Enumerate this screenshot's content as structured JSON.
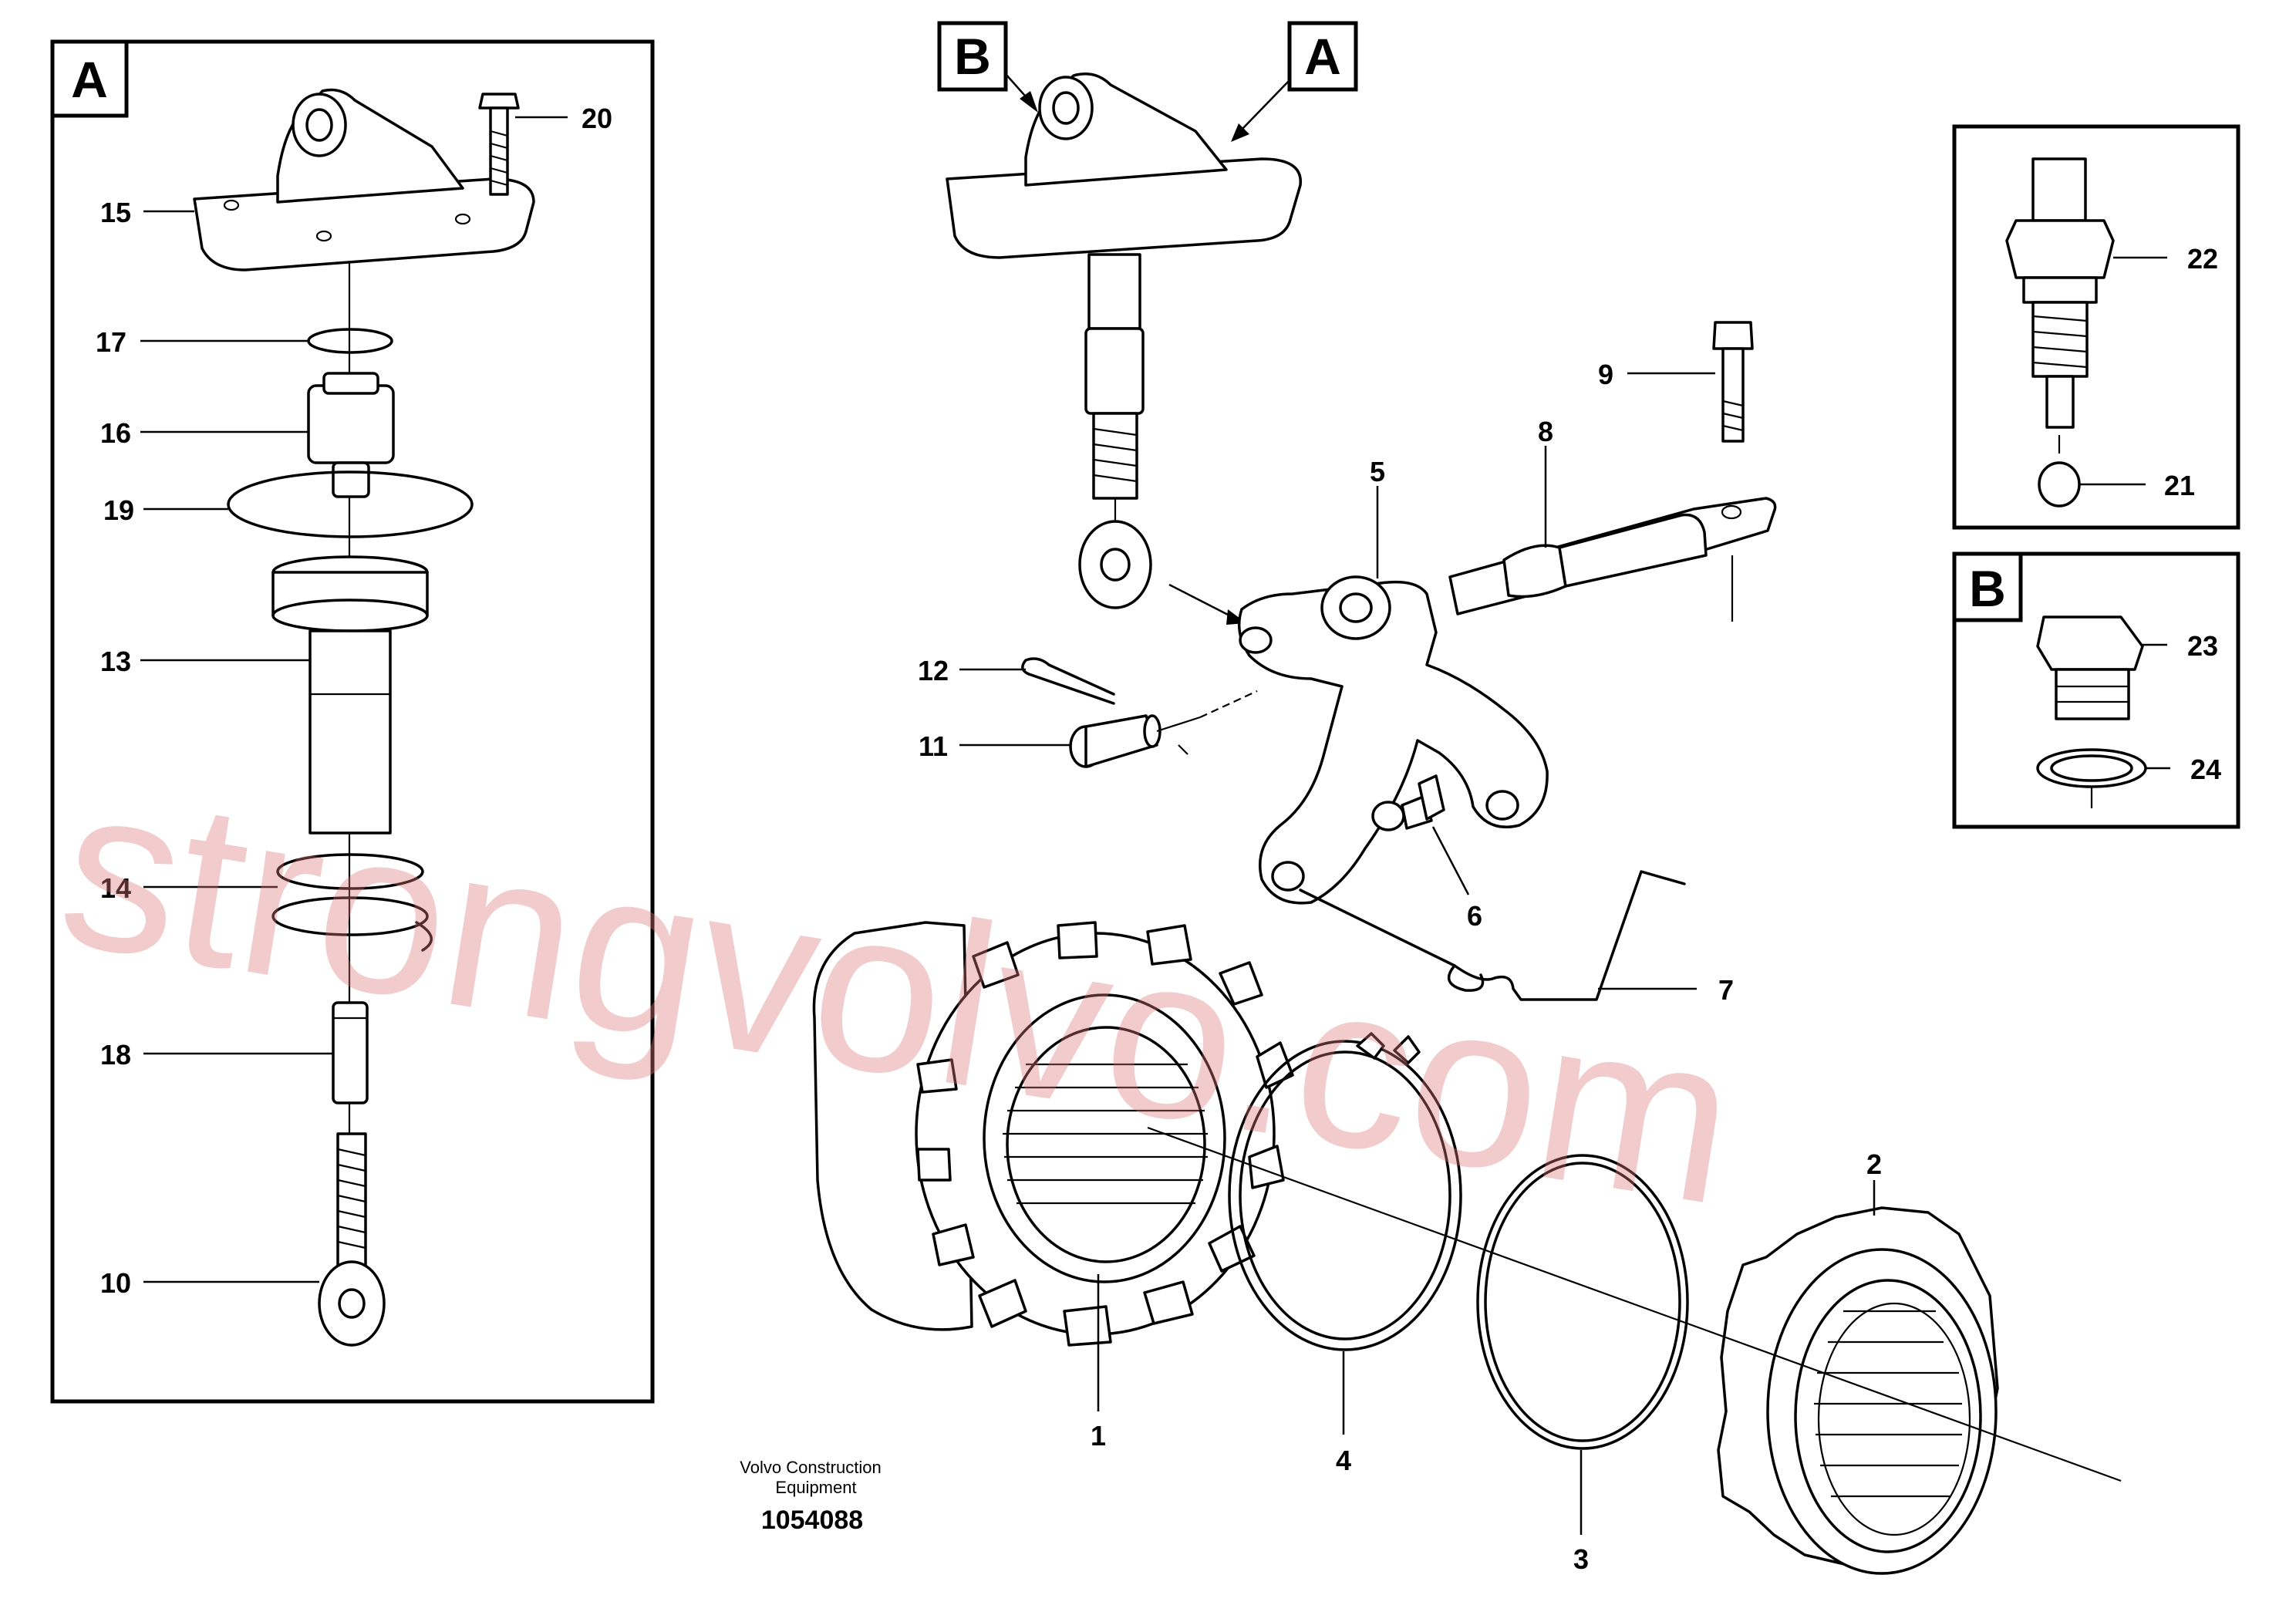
{
  "diagram": {
    "box_labels": {
      "a_inset": "A",
      "b_inset": "B",
      "main_b": "B",
      "main_a": "A"
    },
    "callouts": {
      "p1": "1",
      "p2": "2",
      "p3": "3",
      "p4": "4",
      "p5": "5",
      "p6": "6",
      "p7": "7",
      "p8": "8",
      "p9": "9",
      "p10": "10",
      "p11": "11",
      "p12": "12",
      "p13": "13",
      "p14": "14",
      "p15": "15",
      "p16": "16",
      "p17": "17",
      "p18": "18",
      "p19": "19",
      "p20": "20",
      "p21": "21",
      "p22": "22",
      "p23": "23",
      "p24": "24"
    },
    "footer": {
      "line1": "Volvo Construction",
      "line2": "Equipment",
      "drawing_number": "1054088"
    },
    "watermark": "strongvolvo.com"
  }
}
